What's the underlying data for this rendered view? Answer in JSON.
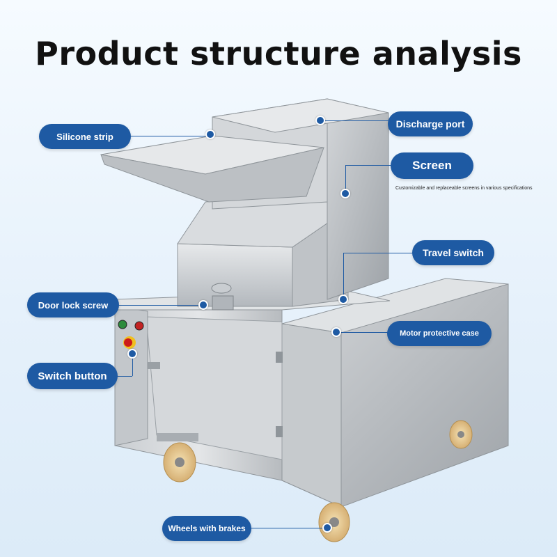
{
  "title": "Product structure analysis",
  "labels": {
    "silicone_strip": "Silicone strip",
    "discharge_port": "Discharge port",
    "screen": "Screen",
    "screen_note": "Customizable and replaceable screens in various specifications",
    "travel_switch": "Travel switch",
    "door_lock_screw": "Door lock screw",
    "motor_protective_case": "Motor protective case",
    "switch_button": "Switch button",
    "wheels_with_brakes": "Wheels with brakes"
  },
  "colors": {
    "label_bg": "#1e5aa3",
    "label_text": "#ffffff",
    "steel_light": "#dcdfe2",
    "steel_dark": "#a9aeb3",
    "wheel": "#e7c98f"
  }
}
